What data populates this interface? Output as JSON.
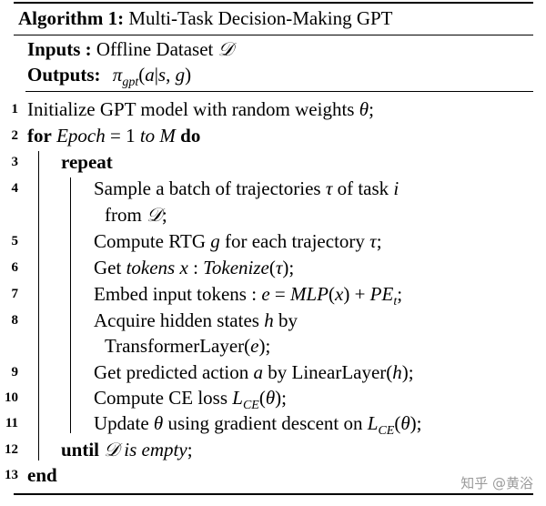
{
  "algorithm": {
    "number_label": "Algorithm 1:",
    "title": "Multi-Task Decision-Making GPT"
  },
  "inputs": {
    "label": "Inputs",
    "sep": ":",
    "value": "Offline Dataset 𝒟"
  },
  "outputs": {
    "label": "Outputs:",
    "value": "π_gpt(a|s, g)"
  },
  "lines": [
    {
      "num": "1",
      "text": "Initialize GPT model with random weights θ;"
    },
    {
      "num": "2",
      "text": "for Epoch = 1 to M do"
    },
    {
      "num": "3",
      "text": "repeat"
    },
    {
      "num": "4",
      "text": "Sample a batch of trajectories τ of task i from 𝒟;"
    },
    {
      "num": "5",
      "text": "Compute RTG g for each trajectory τ;"
    },
    {
      "num": "6",
      "text": "Get tokens x : Tokenize(τ);"
    },
    {
      "num": "7",
      "text": "Embed input tokens : e = MLP(x) + PE_t;"
    },
    {
      "num": "8",
      "text": "Acquire hidden states h by TransformerLayer(e);"
    },
    {
      "num": "9",
      "text": "Get predicted action a by LinearLayer(h);"
    },
    {
      "num": "10",
      "text": "Compute CE loss L_CE(θ);"
    },
    {
      "num": "11",
      "text": "Update θ using gradient descent on L_CE(θ);"
    },
    {
      "num": "12",
      "text": "until 𝒟 is empty;"
    },
    {
      "num": "13",
      "text": "end"
    }
  ],
  "watermark": "知乎 @黄浴"
}
